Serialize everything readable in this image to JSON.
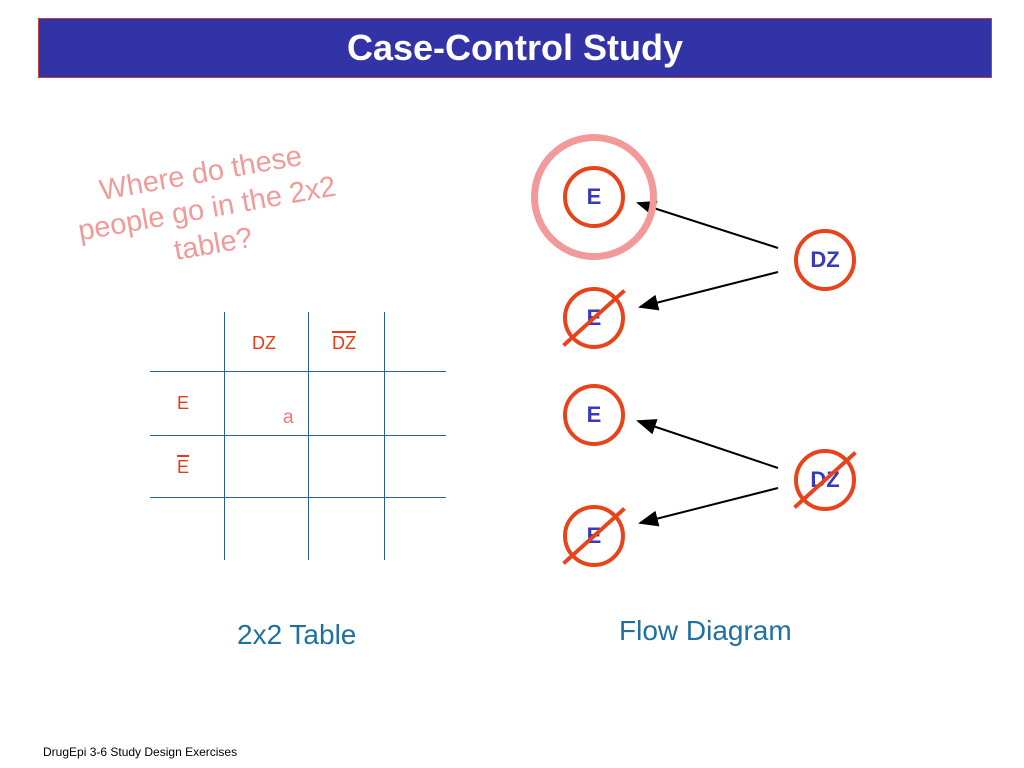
{
  "title": "Case-Control Study",
  "question": "Where do these people go in the 2x2 table?",
  "table": {
    "col_labels": [
      "DZ",
      "DZ"
    ],
    "row_labels": [
      "E",
      "E"
    ],
    "cell_a": "a",
    "caption": "2x2 Table"
  },
  "flow": {
    "caption": "Flow Diagram",
    "nodes": {
      "e_top": "E",
      "not_e_top": "E",
      "dz": "DZ",
      "e_bottom": "E",
      "not_dz": "DZ",
      "not_e_bottom": "E"
    }
  },
  "footer": "DrugEpi 3-6  Study Design Exercises",
  "colors": {
    "title_bg": "#3333a8",
    "accent_red": "#e8431a",
    "node_text": "#3a3ab8",
    "highlight_pink": "#f39999",
    "caption_blue": "#1f6fa0"
  }
}
